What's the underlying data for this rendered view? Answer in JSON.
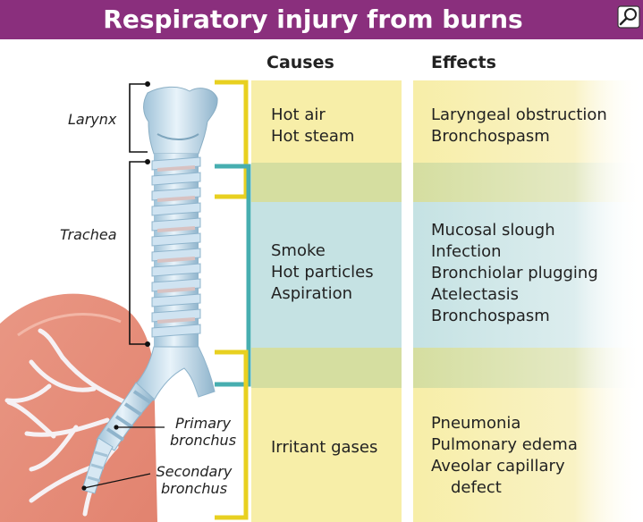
{
  "title": "Respiratory injury from burns",
  "icon": "magnifier-icon",
  "colors": {
    "banner": "#8a2f7d",
    "yellow_band": "#f7eea8",
    "green_band": "#d5dea0",
    "blue_band": "#c5e2e3",
    "yellow_bracket": "#e8d020",
    "teal_bracket": "#47aeb0",
    "lung": "#e58e7c"
  },
  "headers": {
    "causes": "Causes",
    "effects": "Effects"
  },
  "anatomy": {
    "larynx": "Larynx",
    "trachea": "Trachea",
    "primary_1": "Primary",
    "primary_2": "bronchus",
    "secondary_1": "Secondary",
    "secondary_2": "bronchus"
  },
  "rows": [
    {
      "causes": [
        "Hot air",
        "Hot steam"
      ],
      "effects": [
        "Laryngeal obstruction",
        "Bronchospasm"
      ]
    },
    {
      "causes": [
        "Smoke",
        "Hot particles",
        "Aspiration"
      ],
      "effects": [
        "Mucosal slough",
        "Infection",
        "Bronchiolar plugging",
        "Atelectasis",
        "Bronchospasm"
      ]
    },
    {
      "causes": [
        "Irritant gases"
      ],
      "effects": [
        "Pneumonia",
        "Pulmonary edema",
        "Aveolar capillary",
        "defect"
      ]
    }
  ]
}
